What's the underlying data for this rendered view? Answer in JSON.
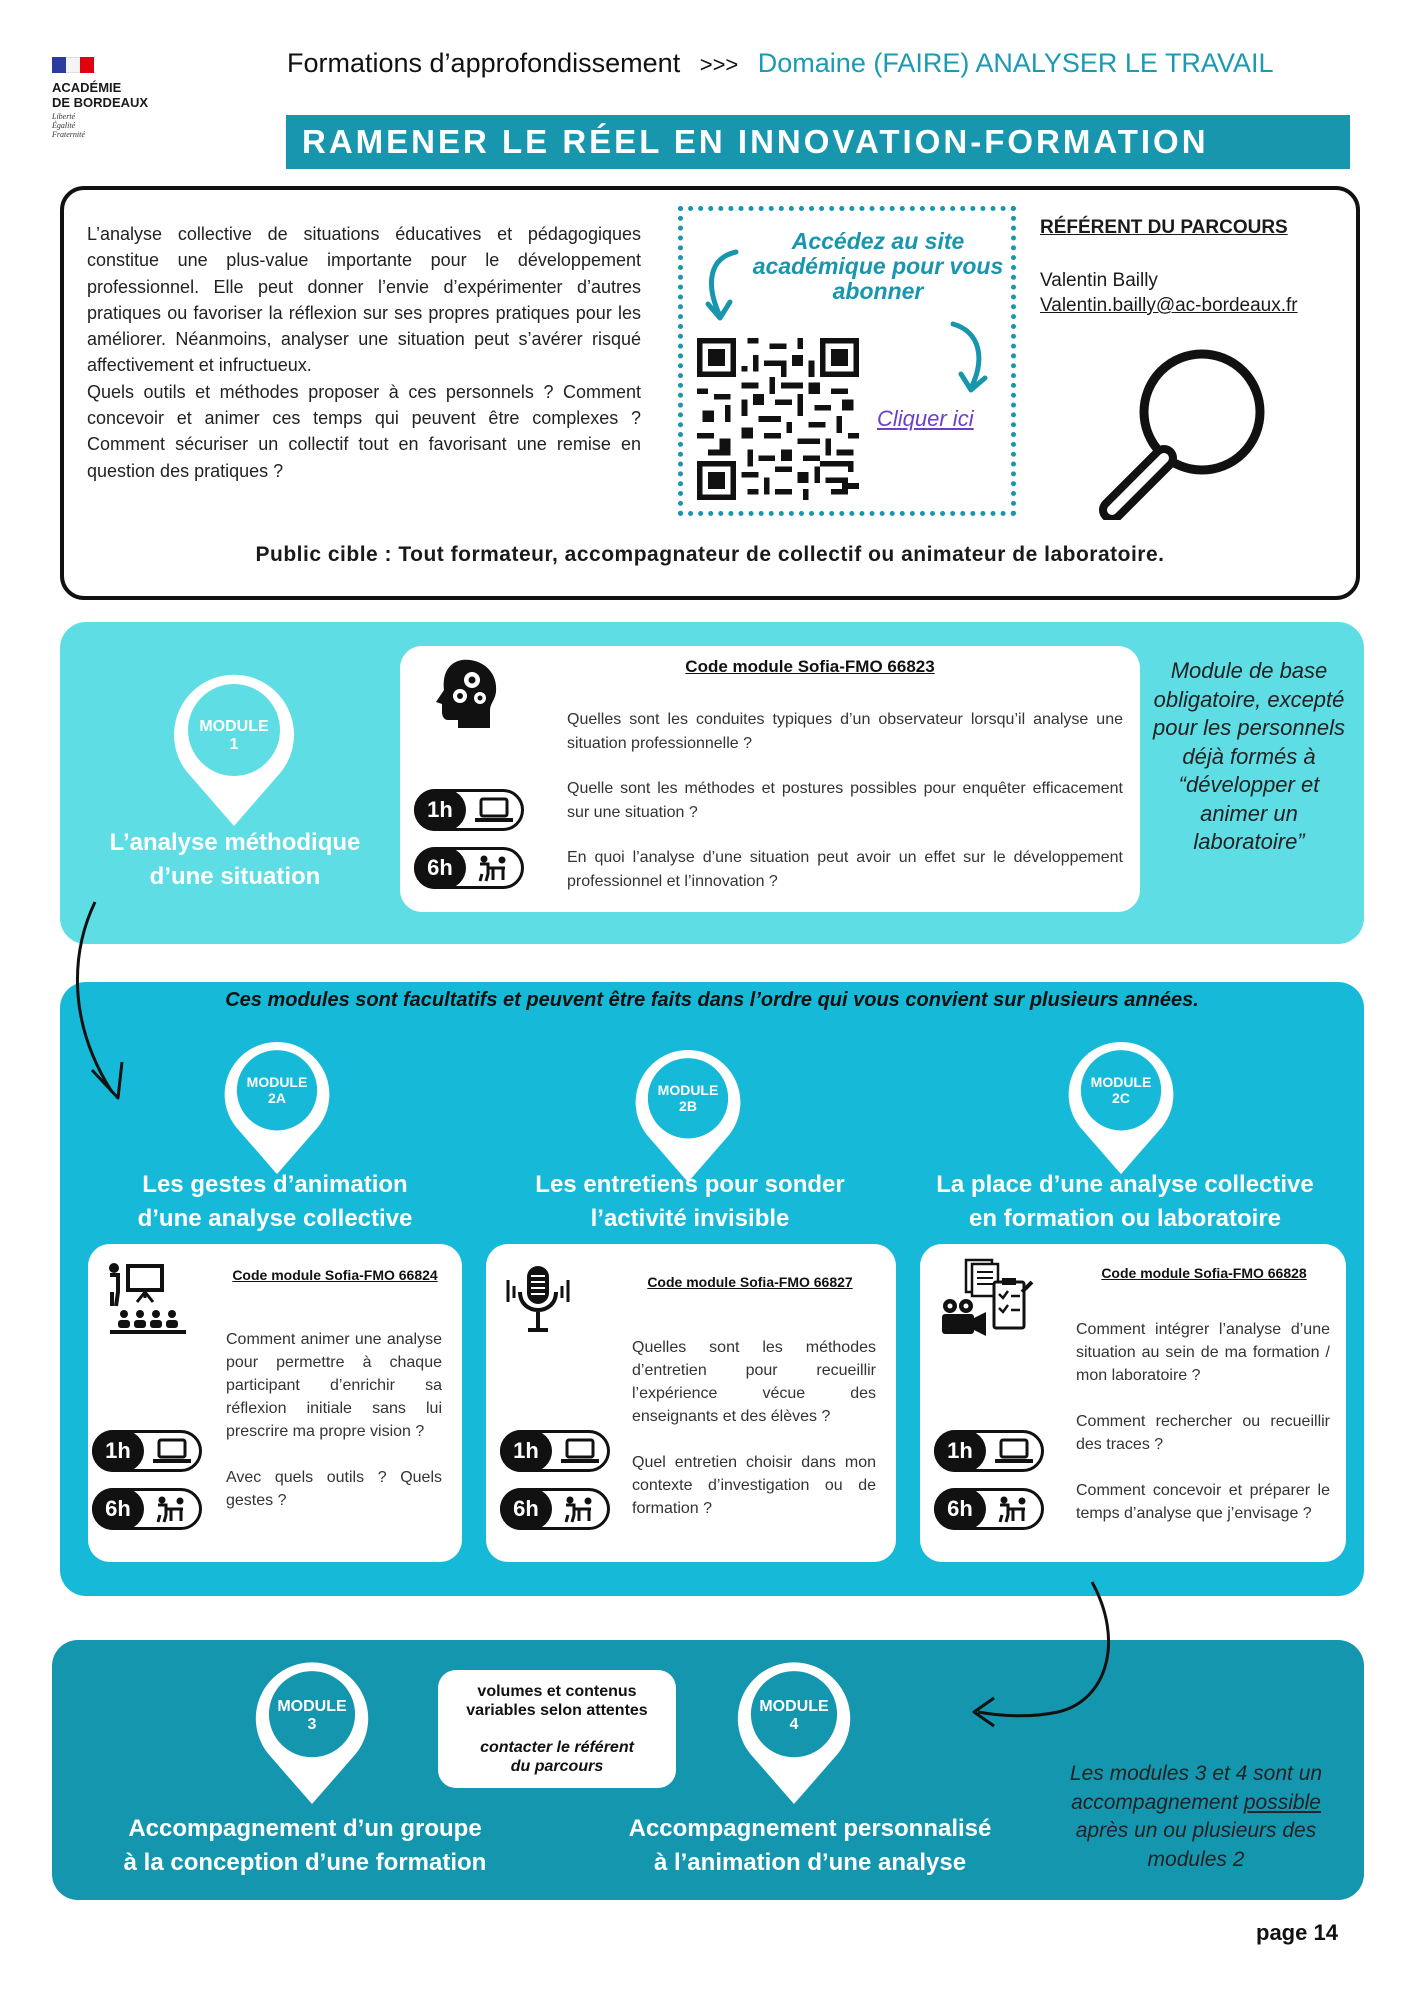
{
  "header": {
    "logo_name_line1": "ACADÉMIE",
    "logo_name_line2": "DE BORDEAUX",
    "logo_motto1": "Liberté",
    "logo_motto2": "Égalité",
    "logo_motto3": "Fraternité",
    "formations": "Formations d’approfondissement",
    "separator": ">>>",
    "domain": "Domaine (FAIRE) ANALYSER LE TRAVAIL",
    "title": "RAMENER LE RÉEL EN INNOVATION-FORMATION"
  },
  "intro": {
    "paragraph": "L’analyse collective de situations éducatives et pédagogiques constitue une plus-value importante pour le développement professionnel. Elle peut donner l’envie d’expérimenter d’autres pratiques ou favoriser la réflexion sur ses propres pratiques pour les améliorer. Néanmoins, analyser une situation peut s’avérer risqué affectivement et infructueux.",
    "questions": "Quels outils et méthodes proposer à ces personnels ? Comment concevoir et animer ces temps qui peuvent être complexes ? Comment sécuriser un collectif tout en favorisant une remise en question des pratiques ?",
    "qr_title": "Accédez au site académique pour vous abonner",
    "qr_link": "Cliquer ici",
    "referent_title": "RÉFÉRENT DU PARCOURS",
    "referent_name": "Valentin Bailly",
    "referent_email": "Valentin.bailly@ac-bordeaux.fr",
    "public": "Public cible : Tout formateur, accompagnateur de collectif ou animateur de laboratoire."
  },
  "module1": {
    "pin_line1": "MODULE",
    "pin_line2": "1",
    "title_line1": "L’analyse méthodique",
    "title_line2": "d’une situation",
    "code": "Code module Sofia-FMO 66823",
    "q1": "Quelles sont les conduites typiques d’un observateur lorsqu’il analyse une situation professionnelle ?",
    "q2": "Quelle sont les méthodes et postures possibles pour enquêter efficacement sur une situation ?",
    "q3": "En quoi l’analyse d’une situation peut avoir un effet sur le développement professionnel et l’innovation ?",
    "dur1": "1h",
    "dur2": "6h",
    "note": "Module de base obligatoire, excepté pour les personnels déjà formés à “développer et animer un laboratoire”"
  },
  "optional_header": "Ces modules sont facultatifs et peuvent être faits dans l’ordre qui vous convient sur plusieurs années.",
  "module2a": {
    "pin_line1": "MODULE",
    "pin_line2": "2A",
    "title_line1": "Les gestes d’animation",
    "title_line2": "d’une analyse collective",
    "code": "Code module Sofia-FMO 66824",
    "q1": "Comment animer une analyse pour permettre à chaque participant d’enrichir sa réflexion initiale sans lui prescrire ma propre vision ?",
    "q2": "Avec quels outils ? Quels gestes ?",
    "dur1": "1h",
    "dur2": "6h"
  },
  "module2b": {
    "pin_line1": "MODULE",
    "pin_line2": "2B",
    "title_line1": "Les entretiens pour sonder",
    "title_line2": "l’activité invisible",
    "code": "Code module Sofia-FMO 66827",
    "q1": "Quelles sont les méthodes d’entretien pour recueillir l’expérience vécue des enseignants et des élèves ?",
    "q2": "Quel entretien choisir dans mon contexte d’investigation ou de formation ?",
    "dur1": "1h",
    "dur2": "6h"
  },
  "module2c": {
    "pin_line1": "MODULE",
    "pin_line2": "2C",
    "title_line1": "La place d’une analyse collective",
    "title_line2": "en formation ou laboratoire",
    "code": "Code module Sofia-FMO 66828",
    "q1": "Comment intégrer l’analyse d’une situation au sein de ma formation / mon laboratoire ?",
    "q2": "Comment rechercher ou recueillir des traces ?",
    "q3": "Comment concevoir et préparer le temps d’analyse que j’envisage ?",
    "dur1": "1h",
    "dur2": "6h"
  },
  "module3": {
    "pin_line1": "MODULE",
    "pin_line2": "3",
    "title_line1": "Accompagnement d’un groupe",
    "title_line2": "à la conception d’une formation",
    "note_line1": "volumes et contenus",
    "note_line2": "variables selon attentes",
    "note_line3": "contacter le référent",
    "note_line4": "du parcours"
  },
  "module4": {
    "pin_line1": "MODULE",
    "pin_line2": "4",
    "title_line1": "Accompagnement personnalisé",
    "title_line2": "à l’animation d’une analyse",
    "note_a": "Les modules 3 et 4 sont un accompagnement",
    "note_b": "possible",
    "note_c": "après un ou plusieurs des modules 2"
  },
  "page": "page 14",
  "colors": {
    "accent": "#1896ae",
    "panel1": "#5fdde4",
    "panel2": "#16bad8",
    "panel3": "#1596af"
  }
}
